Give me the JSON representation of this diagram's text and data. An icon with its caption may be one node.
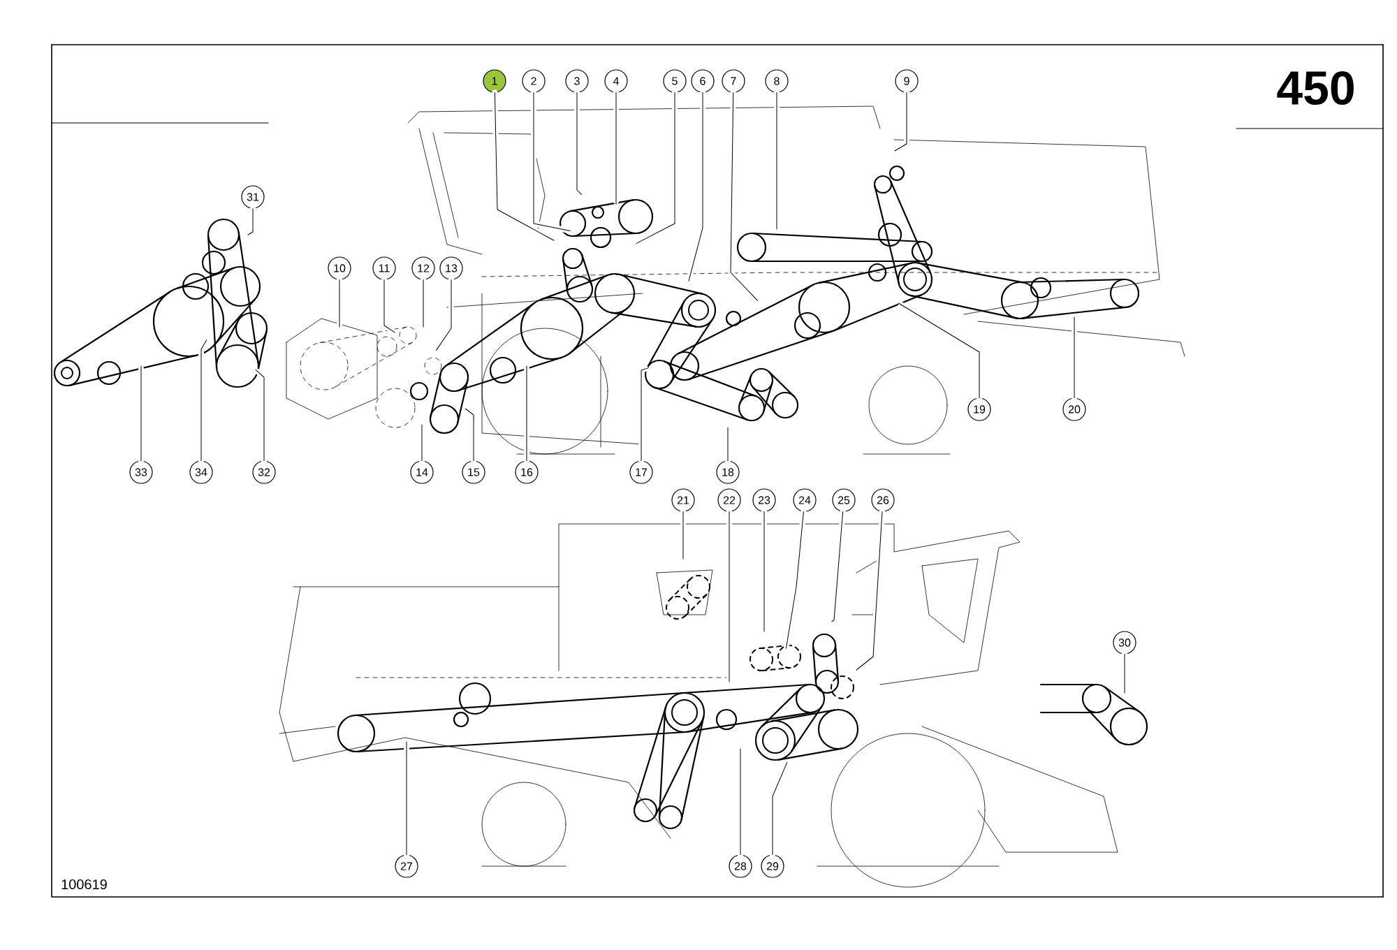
{
  "diagram": {
    "nodes": [
      {
        "text": [
          "1"
        ]
      },
      {
        "text": [
          "2"
        ]
      },
      {
        "text": [
          "3"
        ]
      },
      {
        "text": [
          "4"
        ]
      },
      {
        "text": [
          "5"
        ]
      },
      {
        "text": [
          "6"
        ]
      },
      {
        "text": [
          "7"
        ]
      },
      {
        "text": [
          "8"
        ]
      },
      {
        "text": [
          "9"
        ]
      },
      {
        "text": [
          "10"
        ]
      },
      {
        "text": [
          "11"
        ]
      },
      {
        "text": [
          "12"
        ]
      },
      {
        "text": [
          "13"
        ]
      },
      {
        "text": [
          "14"
        ]
      },
      {
        "text": [
          "15"
        ]
      },
      {
        "text": [
          "16"
        ]
      },
      {
        "text": [
          "17"
        ]
      },
      {
        "text": [
          "18"
        ]
      },
      {
        "text": [
          "19"
        ]
      },
      {
        "text": [
          "20"
        ]
      },
      {
        "text": [
          "21"
        ]
      },
      {
        "text": [
          "22"
        ]
      },
      {
        "text": [
          "23"
        ]
      },
      {
        "text": [
          "24"
        ]
      },
      {
        "text": [
          "25"
        ]
      },
      {
        "text": [
          "26"
        ]
      },
      {
        "text": [
          "27"
        ]
      },
      {
        "text": [
          "28"
        ]
      },
      {
        "text": [
          "29"
        ]
      },
      {
        "text": [
          "30"
        ]
      },
      {
        "text": [
          "31"
        ]
      },
      {
        "text": [
          "32"
        ]
      },
      {
        "text": [
          "33"
        ]
      },
      {
        "text": [
          "34"
        ]
      }
    ],
    "edges": [
      {
        "from": 0,
        "to": null,
        "arrow": "none"
      },
      {
        "from": 1,
        "to": null,
        "arrow": "none"
      },
      {
        "from": 2,
        "to": null,
        "arrow": "none"
      },
      {
        "from": 3,
        "to": null,
        "arrow": "none"
      },
      {
        "from": 4,
        "to": null,
        "arrow": "none"
      },
      {
        "from": 5,
        "to": null,
        "arrow": "none"
      },
      {
        "from": 6,
        "to": null,
        "arrow": "none"
      },
      {
        "from": 7,
        "to": null,
        "arrow": "none"
      },
      {
        "from": 8,
        "to": null,
        "arrow": "none"
      },
      {
        "from": 9,
        "to": null,
        "arrow": "none"
      },
      {
        "from": 10,
        "to": null,
        "arrow": "none"
      },
      {
        "from": 11,
        "to": null,
        "arrow": "none"
      },
      {
        "from": 12,
        "to": null,
        "arrow": "none"
      },
      {
        "from": 13,
        "to": null,
        "arrow": "none"
      },
      {
        "from": 14,
        "to": null,
        "arrow": "none"
      },
      {
        "from": 15,
        "to": null,
        "arrow": "none"
      },
      {
        "from": 16,
        "to": null,
        "arrow": "none"
      },
      {
        "from": 17,
        "to": null,
        "arrow": "none"
      },
      {
        "from": 18,
        "to": null,
        "arrow": "none"
      },
      {
        "from": 19,
        "to": null,
        "arrow": "none"
      },
      {
        "from": 20,
        "to": null,
        "arrow": "none"
      },
      {
        "from": 21,
        "to": null,
        "arrow": "none"
      },
      {
        "from": 22,
        "to": null,
        "arrow": "none"
      },
      {
        "from": 23,
        "to": null,
        "arrow": "none"
      },
      {
        "from": 24,
        "to": null,
        "arrow": "none"
      },
      {
        "from": 25,
        "to": null,
        "arrow": "none"
      },
      {
        "from": 26,
        "to": null,
        "arrow": "none"
      },
      {
        "from": 27,
        "to": null,
        "arrow": "none"
      },
      {
        "from": 28,
        "to": null,
        "arrow": "none"
      },
      {
        "from": 29,
        "to": null,
        "arrow": "none"
      },
      {
        "from": 30,
        "to": null,
        "arrow": "none"
      },
      {
        "from": 31,
        "to": null,
        "arrow": "none"
      },
      {
        "from": 32,
        "to": null,
        "arrow": "none"
      },
      {
        "from": 33,
        "to": null,
        "arrow": "none"
      }
    ],
    "labels": [
      "450",
      "100619"
    ]
  }
}
